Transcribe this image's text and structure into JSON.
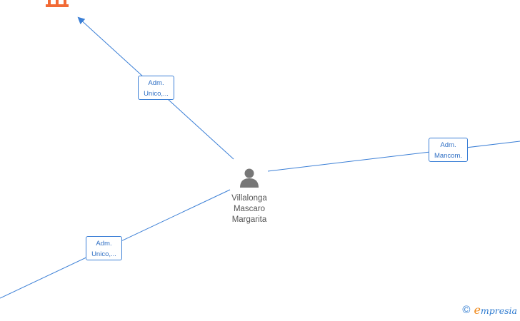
{
  "person": {
    "name_line1": "Villalonga",
    "name_line2": "Mascaro",
    "name_line3": "Margarita",
    "icon": "person-icon"
  },
  "roles": {
    "top_left": {
      "line1": "Adm.",
      "line2": "Unico,..."
    },
    "right": {
      "line1": "Adm.",
      "line2": "Mancom."
    },
    "bottom_left": {
      "line1": "Adm.",
      "line2": "Unico,..."
    }
  },
  "company": {
    "icon": "building-icon"
  },
  "footer": {
    "copyright_symbol": "©",
    "brand_initial": "e",
    "brand_rest": "mpresia"
  },
  "colors": {
    "edge": "#3b7fd6",
    "role_text": "#2f6fc4",
    "company_icon": "#f26a35",
    "person_icon": "#777777",
    "brand_accent": "#f08a1c"
  }
}
